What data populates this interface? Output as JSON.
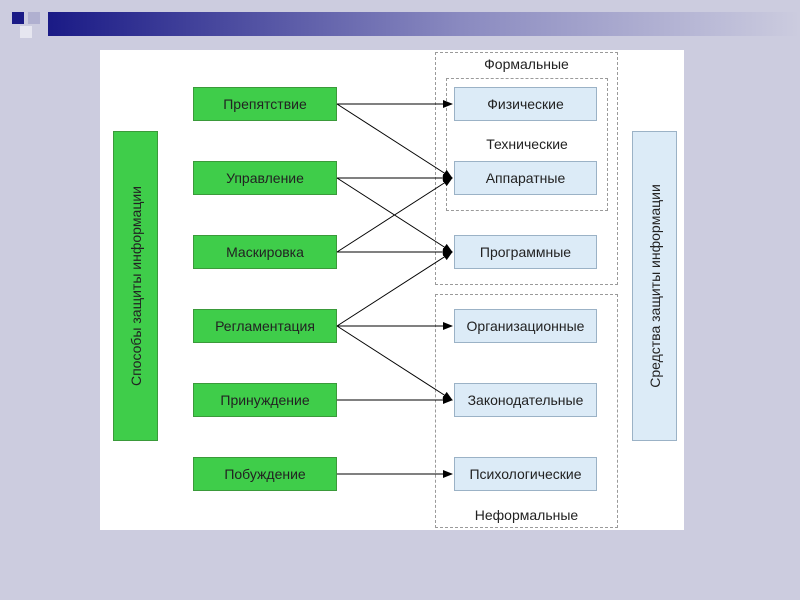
{
  "methods_group_label": "Способы защиты информации",
  "means_group_label": "Средства защиты информации",
  "methods": [
    "Препятствие",
    "Управление",
    "Маскировка",
    "Регламентация",
    "Принуждение",
    "Побуждение"
  ],
  "means": [
    "Физические",
    "Аппаратные",
    "Программные",
    "Организационные",
    "Законодательные",
    "Психологические"
  ],
  "formal_label": "Формальные",
  "technical_label": "Технические",
  "informal_label": "Неформальные",
  "links": [
    [
      "Препятствие",
      "Физические"
    ],
    [
      "Препятствие",
      "Аппаратные"
    ],
    [
      "Управление",
      "Аппаратные"
    ],
    [
      "Управление",
      "Программные"
    ],
    [
      "Маскировка",
      "Аппаратные"
    ],
    [
      "Маскировка",
      "Программные"
    ],
    [
      "Регламентация",
      "Программные"
    ],
    [
      "Регламентация",
      "Организационные"
    ],
    [
      "Регламентация",
      "Законодательные"
    ],
    [
      "Принуждение",
      "Законодательные"
    ],
    [
      "Побуждение",
      "Психологические"
    ]
  ],
  "colors": {
    "method_fill": "#3fcd4a",
    "means_fill": "#dcebf7",
    "background": "#ccccdf",
    "title_bar_dark": "#1a1a86"
  }
}
